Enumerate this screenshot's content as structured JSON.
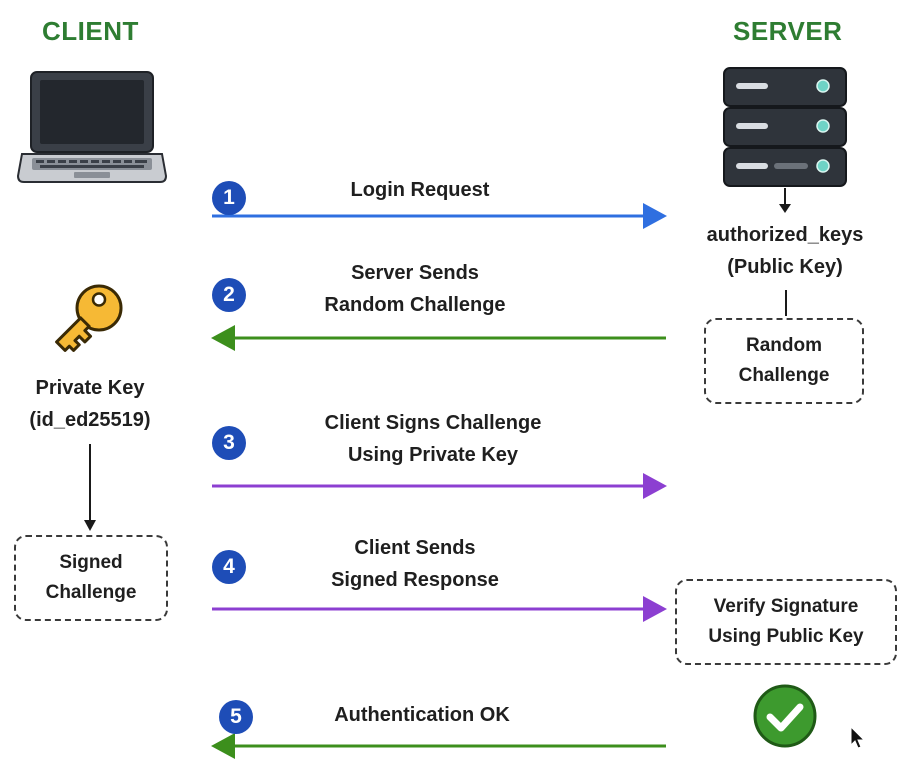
{
  "headings": {
    "client": "CLIENT",
    "server": "SERVER"
  },
  "colors": {
    "heading": "#2e7d32",
    "blue": "#2f6fe0",
    "green": "#3c8f1c",
    "purple": "#8c3fd1",
    "step_badge": "#1e4db7",
    "check": "#3d9a2e"
  },
  "icons": {
    "client": "laptop-icon",
    "server": "server-icon",
    "key": "key-icon",
    "check": "checkmark-icon",
    "cursor": "mouse-cursor-icon"
  },
  "server_labels": {
    "line1": "authorized_keys",
    "line2": "(Public Key)"
  },
  "client_labels": {
    "line1": "Private Key",
    "line2": "(id_ed25519)"
  },
  "boxes": {
    "random_challenge": [
      "Random",
      "Challenge"
    ],
    "signed_challenge": [
      "Signed",
      "Challenge"
    ],
    "verify_signature": [
      "Verify Signature",
      "Using Public Key"
    ]
  },
  "steps": [
    {
      "number": "1",
      "lines": [
        "Login Request"
      ],
      "direction": "to-server",
      "color": "blue"
    },
    {
      "number": "2",
      "lines": [
        "Server Sends",
        "Random Challenge"
      ],
      "direction": "to-client",
      "color": "green"
    },
    {
      "number": "3",
      "lines": [
        "Client Signs Challenge",
        "Using Private Key"
      ],
      "direction": "to-server",
      "color": "purple"
    },
    {
      "number": "4",
      "lines": [
        "Client Sends",
        "Signed Response"
      ],
      "direction": "to-server",
      "color": "purple"
    },
    {
      "number": "5",
      "lines": [
        "Authentication OK"
      ],
      "direction": "to-client",
      "color": "green"
    }
  ]
}
